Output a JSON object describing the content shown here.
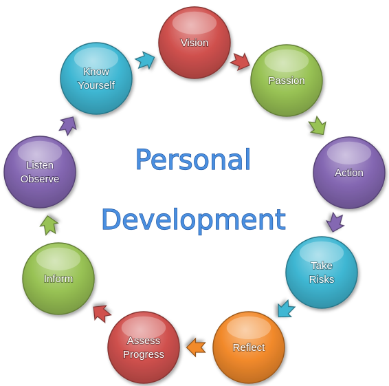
{
  "title_lines": [
    "Personal",
    "Development"
  ],
  "colors": {
    "title": "#4a8fe0",
    "red": "#d0514e",
    "green": "#98c254",
    "purple": "#8467b2",
    "cyan": "#3fb7d3",
    "orange": "#f28a2c"
  },
  "nodes": [
    {
      "id": "vision",
      "lines": [
        "Vision"
      ],
      "color": "red"
    },
    {
      "id": "passion",
      "lines": [
        "Passion"
      ],
      "color": "green"
    },
    {
      "id": "action",
      "lines": [
        "Action"
      ],
      "color": "purple"
    },
    {
      "id": "take-risks",
      "lines": [
        "Take",
        "Risks"
      ],
      "color": "cyan"
    },
    {
      "id": "reflect",
      "lines": [
        "Reflect"
      ],
      "color": "orange"
    },
    {
      "id": "assess-progress",
      "lines": [
        "Assess",
        "Progress"
      ],
      "color": "red"
    },
    {
      "id": "inform",
      "lines": [
        "Inform"
      ],
      "color": "green"
    },
    {
      "id": "listen-observe",
      "lines": [
        "Listen",
        "Observe"
      ],
      "color": "purple"
    },
    {
      "id": "know-yourself",
      "lines": [
        "Know",
        "Yourself"
      ],
      "color": "cyan"
    }
  ],
  "arrows": [
    {
      "from": "know-yourself",
      "to": "vision",
      "color": "cyan"
    },
    {
      "from": "vision",
      "to": "passion",
      "color": "red"
    },
    {
      "from": "passion",
      "to": "action",
      "color": "green"
    },
    {
      "from": "action",
      "to": "take-risks",
      "color": "purple"
    },
    {
      "from": "take-risks",
      "to": "reflect",
      "color": "cyan"
    },
    {
      "from": "reflect",
      "to": "assess-progress",
      "color": "orange"
    },
    {
      "from": "assess-progress",
      "to": "inform",
      "color": "red"
    },
    {
      "from": "inform",
      "to": "listen-observe",
      "color": "green"
    },
    {
      "from": "listen-observe",
      "to": "know-yourself",
      "color": "purple"
    }
  ]
}
